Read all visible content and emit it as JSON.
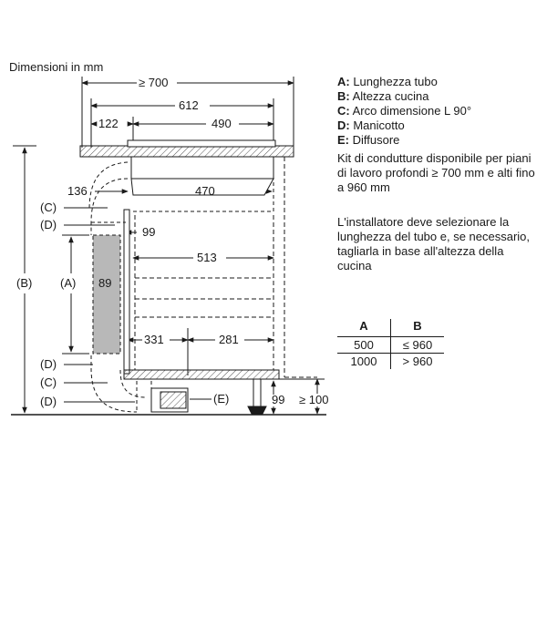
{
  "unit_note": "Dimensioni in mm",
  "dimensions": {
    "d700": "≥ 700",
    "d612": "612",
    "d122": "122",
    "d490": "490",
    "d136": "136",
    "d470": "470",
    "d99_top": "99",
    "d89": "89",
    "d513": "513",
    "d331": "331",
    "d281": "281",
    "d99_bottom": "99",
    "d100": "≥ 100"
  },
  "callouts": {
    "B": "(B)",
    "A": "(A)",
    "C_top": "(C)",
    "D_top": "(D)",
    "D_bottom": "(D)",
    "C_bottom": "(C)",
    "D_bottom2": "(D)",
    "E": "(E)"
  },
  "legend": [
    {
      "key": "A:",
      "text": " Lunghezza tubo"
    },
    {
      "key": "B:",
      "text": " Altezza cucina"
    },
    {
      "key": "C:",
      "text": " Arco dimensione L 90°"
    },
    {
      "key": "D:",
      "text": " Manicotto"
    },
    {
      "key": "E:",
      "text": " Diffusore"
    }
  ],
  "note1": "Kit di condutture disponibile per piani di lavoro profondi ≥ 700 mm e alti fino a 960 mm",
  "note2": "L'installatore deve selezionare la lunghezza del tubo e, se necessario, tagliarla in base all'altezza della cucina",
  "table": {
    "headers": [
      "A",
      "B"
    ],
    "rows": [
      [
        "500",
        "≤ 960"
      ],
      [
        "1000",
        "> 960"
      ]
    ]
  }
}
